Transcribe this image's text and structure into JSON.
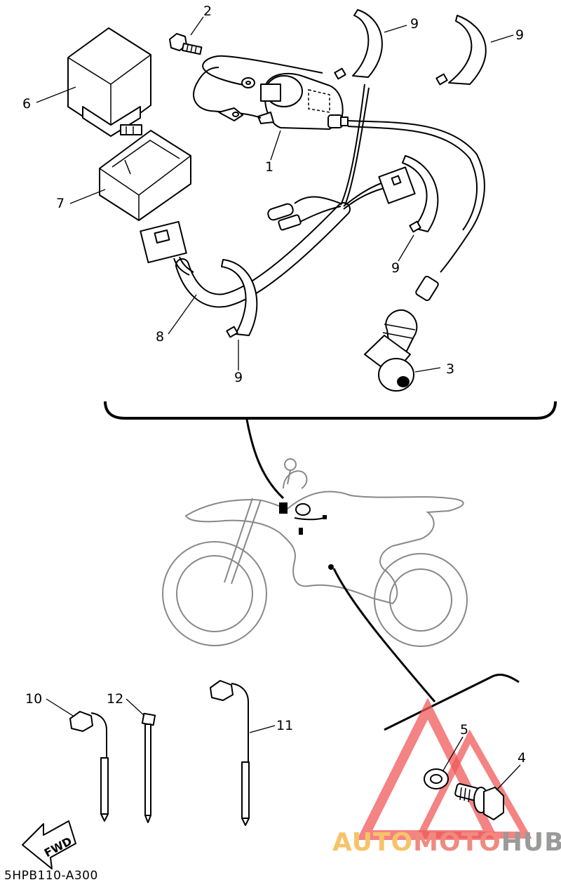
{
  "callouts": {
    "c1": "1",
    "c2": "2",
    "c3": "3",
    "c4": "4",
    "c5": "5",
    "c6": "6",
    "c7": "7",
    "c8": "8",
    "c9a": "9",
    "c9b": "9",
    "c9c": "9",
    "c9d": "9",
    "c10": "10",
    "c11": "11",
    "c12": "12"
  },
  "fwd_label": "FWD",
  "diagram_code": "5HPB110-A300",
  "watermark": {
    "auto": "AUTO",
    "moto": "MOTO",
    "hub": "HUB",
    "color_auto": "#f7c36a",
    "color_moto": "#f08a80",
    "color_hub": "#9a9a9a",
    "triangle_color": "#f05a5a"
  }
}
